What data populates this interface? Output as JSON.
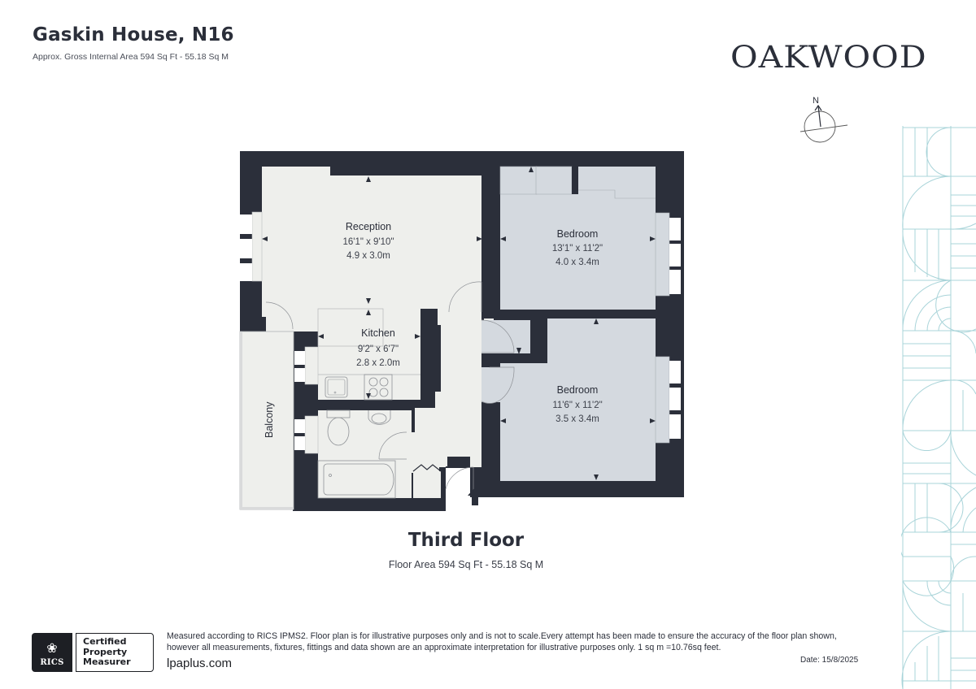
{
  "header": {
    "title": "Gaskin House, N16",
    "subtitle": "Approx. Gross Internal Area 594 Sq Ft - 55.18 Sq M"
  },
  "brand": {
    "name": "OAKWOOD"
  },
  "compass": {
    "label": "N",
    "icon": "north-arrow-icon"
  },
  "colors": {
    "wall": "#2b2f3a",
    "reception_floor": "#eeefec",
    "bedroom_floor": "#d4d9df",
    "pattern_stroke": "#9ccdd3",
    "background": "#ffffff"
  },
  "floor_plan": {
    "rooms": [
      {
        "name": "Reception",
        "imperial": "16'1\" x 9'10\"",
        "metric": "4.9 x 3.0m"
      },
      {
        "name": "Bedroom",
        "imperial": "13'1\" x 11'2\"",
        "metric": "4.0 x 3.4m"
      },
      {
        "name": "Kitchen",
        "imperial": "9'2\" x 6'7\"",
        "metric": "2.8 x 2.0m"
      },
      {
        "name": "Bedroom",
        "imperial": "11'6\" x 11'2\"",
        "metric": "3.5 x 3.4m"
      },
      {
        "name": "Balcony"
      }
    ]
  },
  "floor": {
    "title": "Third Floor",
    "area": "Floor Area 594 Sq Ft - 55.18 Sq M"
  },
  "footer": {
    "rics": {
      "logo_text": "RICS",
      "cert_line1": "Certified",
      "cert_line2": "Property",
      "cert_line3": "Measurer"
    },
    "disclaimer_line1": "Measured according to RICS IPMS2. Floor plan is for illustrative purposes only and is not to scale.Every attempt has been made to ensure the accuracy of the floor plan shown,",
    "disclaimer_line2": "however all measurements, fixtures, fittings and data shown are an approximate interpretation for illustrative purposes only. 1 sq m =10.76sq feet.",
    "website": "lpaplus.com",
    "date": "Date: 15/8/2025"
  }
}
